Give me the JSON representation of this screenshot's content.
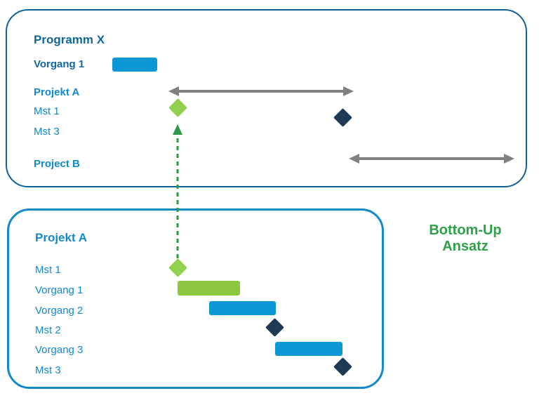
{
  "colors": {
    "panel_border_dark": "#0E6298",
    "panel_border_bright": "#1189CB",
    "text_dark": "#11669E",
    "text_bright": "#1189CB",
    "bar_blue": "#0D98D5",
    "bar_green": "#8DC63F",
    "diamond_green": "#92D050",
    "diamond_navy": "#1F3A54",
    "arrow_gray": "#808080",
    "arrow_green": "#2B9A47",
    "annotation_green": "#2EA04A"
  },
  "program_panel": {
    "title": "Programm X",
    "rows": [
      {
        "label": "Vorgang 1",
        "type": "task-bar-blue"
      },
      {
        "label": "Projekt A",
        "type": "summary-duration-arrow"
      },
      {
        "label": "Mst 1",
        "type": "milestone-green"
      },
      {
        "label": "Mst 3",
        "type": "milestone-navy"
      },
      {
        "label": "Project B",
        "type": "summary-duration-arrow"
      }
    ]
  },
  "project_panel": {
    "title": "Projekt A",
    "rows": [
      {
        "label": "Mst 1",
        "type": "milestone-green"
      },
      {
        "label": "Vorgang 1",
        "type": "task-bar-green"
      },
      {
        "label": "Vorgang 2",
        "type": "task-bar-blue"
      },
      {
        "label": "Mst 2",
        "type": "milestone-navy"
      },
      {
        "label": "Vorgang 3",
        "type": "task-bar-blue"
      },
      {
        "label": "Mst 3",
        "type": "milestone-navy"
      }
    ]
  },
  "annotation": {
    "line1": "Bottom-Up",
    "line2": "Ansatz"
  }
}
